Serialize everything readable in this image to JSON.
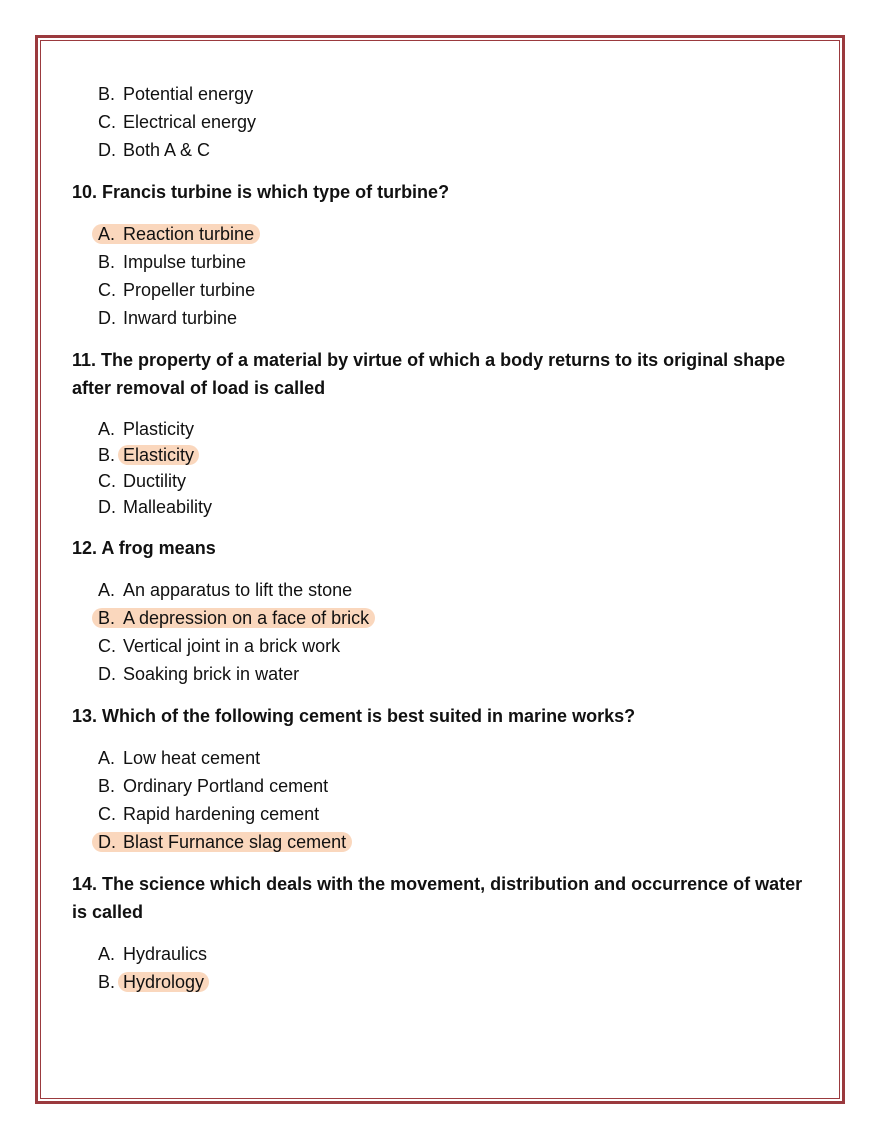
{
  "questions": [
    {
      "title": "",
      "options": [
        {
          "letter": "B.",
          "text": "Potential energy",
          "highlight": "none"
        },
        {
          "letter": "C.",
          "text": "Electrical energy",
          "highlight": "none"
        },
        {
          "letter": "D.",
          "text": "Both A & C",
          "highlight": "none"
        }
      ]
    },
    {
      "title": "10. Francis turbine is which type of turbine?",
      "options": [
        {
          "letter": "A.",
          "text": "Reaction turbine",
          "highlight": "full"
        },
        {
          "letter": "B.",
          "text": "Impulse turbine",
          "highlight": "none"
        },
        {
          "letter": "C.",
          "text": "Propeller turbine",
          "highlight": "none"
        },
        {
          "letter": "D.",
          "text": "Inward turbine",
          "highlight": "none"
        }
      ]
    },
    {
      "title": "11. The property of a material by virtue of which a body returns to its original shape after removal of load is called",
      "tight": true,
      "options": [
        {
          "letter": "A.",
          "text": "Plasticity",
          "highlight": "none"
        },
        {
          "letter": "B.",
          "text": "Elasticity",
          "highlight": "text"
        },
        {
          "letter": "C.",
          "text": "Ductility",
          "highlight": "none"
        },
        {
          "letter": "D.",
          "text": "Malleability",
          "highlight": "none"
        }
      ]
    },
    {
      "title": "12. A frog means",
      "options": [
        {
          "letter": "A.",
          "text": "An apparatus to lift the stone",
          "highlight": "none"
        },
        {
          "letter": "B.",
          "text": "A depression on a face of brick",
          "highlight": "full"
        },
        {
          "letter": "C.",
          "text": "Vertical joint in a brick work",
          "highlight": "none"
        },
        {
          "letter": "D.",
          "text": "Soaking brick in water",
          "highlight": "none"
        }
      ]
    },
    {
      "title": "13. Which of the following cement is best suited in marine works?",
      "options": [
        {
          "letter": "A.",
          "text": "Low heat cement",
          "highlight": "none"
        },
        {
          "letter": "B.",
          "text": "Ordinary Portland cement",
          "highlight": "none"
        },
        {
          "letter": "C.",
          "text": "Rapid hardening cement",
          "highlight": "none"
        },
        {
          "letter": "D.",
          "text": "Blast Furnance slag cement",
          "highlight": "full"
        }
      ]
    },
    {
      "title": "14. The science which deals with the movement, distribution and occurrence of water is called",
      "options": [
        {
          "letter": "A.",
          "text": "Hydraulics",
          "highlight": "none"
        },
        {
          "letter": "B.",
          "text": "Hydrology",
          "highlight": "text"
        }
      ]
    }
  ],
  "colors": {
    "border": "#9b3a3e",
    "highlight": "#fad7bd"
  }
}
